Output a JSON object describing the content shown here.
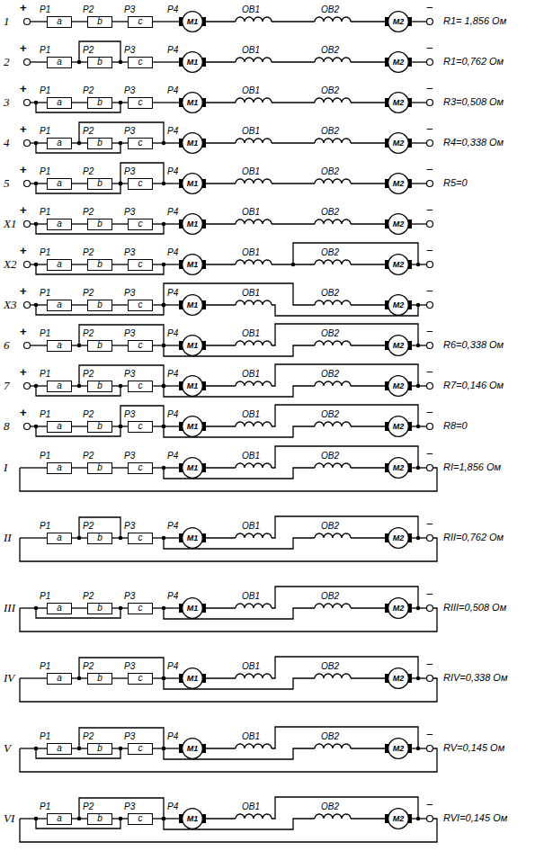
{
  "diagram": {
    "nodes": [
      {
        "text": [
          "a"
        ]
      },
      {
        "text": [
          "b"
        ]
      },
      {
        "text": [
          "c"
        ]
      },
      {
        "text": [
          "M1"
        ]
      },
      {
        "text": [
          "M2"
        ]
      },
      {
        "text": [
          "a"
        ]
      },
      {
        "text": [
          "b"
        ]
      },
      {
        "text": [
          "c"
        ]
      },
      {
        "text": [
          "M1"
        ]
      },
      {
        "text": [
          "M2"
        ]
      },
      {
        "text": [
          "a"
        ]
      },
      {
        "text": [
          "b"
        ]
      },
      {
        "text": [
          "c"
        ]
      },
      {
        "text": [
          "M1"
        ]
      },
      {
        "text": [
          "M2"
        ]
      },
      {
        "text": [
          "a"
        ]
      },
      {
        "text": [
          "b"
        ]
      },
      {
        "text": [
          "c"
        ]
      },
      {
        "text": [
          "M1"
        ]
      },
      {
        "text": [
          "M2"
        ]
      },
      {
        "text": [
          "a"
        ]
      },
      {
        "text": [
          "b"
        ]
      },
      {
        "text": [
          "c"
        ]
      },
      {
        "text": [
          "M1"
        ]
      },
      {
        "text": [
          "M2"
        ]
      },
      {
        "text": [
          "a"
        ]
      },
      {
        "text": [
          "b"
        ]
      },
      {
        "text": [
          "c"
        ]
      },
      {
        "text": [
          "M1"
        ]
      },
      {
        "text": [
          "M2"
        ]
      },
      {
        "text": [
          "a"
        ]
      },
      {
        "text": [
          "b"
        ]
      },
      {
        "text": [
          "c"
        ]
      },
      {
        "text": [
          "M1"
        ]
      },
      {
        "text": [
          "M2"
        ]
      },
      {
        "text": [
          "a"
        ]
      },
      {
        "text": [
          "b"
        ]
      },
      {
        "text": [
          "c"
        ]
      },
      {
        "text": [
          "M1"
        ]
      },
      {
        "text": [
          "M2"
        ]
      },
      {
        "text": [
          "a"
        ]
      },
      {
        "text": [
          "b"
        ]
      },
      {
        "text": [
          "c"
        ]
      },
      {
        "text": [
          "M1"
        ]
      },
      {
        "text": [
          "M2"
        ]
      },
      {
        "text": [
          "a"
        ]
      },
      {
        "text": [
          "b"
        ]
      },
      {
        "text": [
          "c"
        ]
      },
      {
        "text": [
          "M1"
        ]
      },
      {
        "text": [
          "M2"
        ]
      },
      {
        "text": [
          "a"
        ]
      },
      {
        "text": [
          "b"
        ]
      },
      {
        "text": [
          "c"
        ]
      },
      {
        "text": [
          "M1"
        ]
      },
      {
        "text": [
          "M2"
        ]
      },
      {
        "text": [
          "a"
        ]
      },
      {
        "text": [
          "b"
        ]
      },
      {
        "text": [
          "c"
        ]
      },
      {
        "text": [
          "M1"
        ]
      },
      {
        "text": [
          "M2"
        ]
      },
      {
        "text": [
          "a"
        ]
      },
      {
        "text": [
          "b"
        ]
      },
      {
        "text": [
          "c"
        ]
      },
      {
        "text": [
          "M1"
        ]
      },
      {
        "text": [
          "M2"
        ]
      },
      {
        "text": [
          "a"
        ]
      },
      {
        "text": [
          "b"
        ]
      },
      {
        "text": [
          "c"
        ]
      },
      {
        "text": [
          "M1"
        ]
      },
      {
        "text": [
          "M2"
        ]
      },
      {
        "text": [
          "a"
        ]
      },
      {
        "text": [
          "b"
        ]
      },
      {
        "text": [
          "c"
        ]
      },
      {
        "text": [
          "M1"
        ]
      },
      {
        "text": [
          "M2"
        ]
      },
      {
        "text": [
          "a"
        ]
      },
      {
        "text": [
          "b"
        ]
      },
      {
        "text": [
          "c"
        ]
      },
      {
        "text": [
          "M1"
        ]
      },
      {
        "text": [
          "M2"
        ]
      },
      {
        "text": [
          "a"
        ]
      },
      {
        "text": [
          "b"
        ]
      },
      {
        "text": [
          "c"
        ]
      },
      {
        "text": [
          "M1"
        ]
      },
      {
        "text": [
          "M2"
        ]
      }
    ],
    "edges": [
      {
        "from": 0,
        "to": 1,
        "arrow": "none"
      },
      {
        "from": 1,
        "to": 2,
        "arrow": "none"
      },
      {
        "from": 2,
        "to": 3,
        "arrow": "none"
      },
      {
        "from": 5,
        "to": 6,
        "arrow": "none"
      },
      {
        "from": 6,
        "to": 7,
        "arrow": "none"
      },
      {
        "from": 7,
        "to": 8,
        "arrow": "none"
      },
      {
        "from": 10,
        "to": 11,
        "arrow": "none"
      },
      {
        "from": 11,
        "to": 12,
        "arrow": "none"
      },
      {
        "from": 12,
        "to": 13,
        "arrow": "none"
      },
      {
        "from": 15,
        "to": 16,
        "arrow": "none"
      },
      {
        "from": 16,
        "to": 17,
        "arrow": "none"
      },
      {
        "from": 17,
        "to": 18,
        "arrow": "none"
      },
      {
        "from": 20,
        "to": 21,
        "arrow": "none"
      },
      {
        "from": 21,
        "to": 22,
        "arrow": "none"
      },
      {
        "from": 22,
        "to": 23,
        "arrow": "none"
      },
      {
        "from": 25,
        "to": 26,
        "arrow": "none"
      },
      {
        "from": 26,
        "to": 27,
        "arrow": "none"
      },
      {
        "from": 27,
        "to": 28,
        "arrow": "none"
      },
      {
        "from": 30,
        "to": 31,
        "arrow": "none"
      },
      {
        "from": 31,
        "to": 32,
        "arrow": "none"
      },
      {
        "from": 32,
        "to": 33,
        "arrow": "none"
      },
      {
        "from": 35,
        "to": 36,
        "arrow": "none"
      },
      {
        "from": 36,
        "to": 37,
        "arrow": "none"
      },
      {
        "from": 37,
        "to": 38,
        "arrow": "none"
      },
      {
        "from": 40,
        "to": 41,
        "arrow": "none"
      },
      {
        "from": 41,
        "to": 42,
        "arrow": "none"
      },
      {
        "from": 42,
        "to": 43,
        "arrow": "none"
      },
      {
        "from": 45,
        "to": 46,
        "arrow": "none"
      },
      {
        "from": 46,
        "to": 47,
        "arrow": "none"
      },
      {
        "from": 47,
        "to": 48,
        "arrow": "none"
      },
      {
        "from": 50,
        "to": 51,
        "arrow": "none"
      },
      {
        "from": 51,
        "to": 52,
        "arrow": "none"
      },
      {
        "from": 52,
        "to": 53,
        "arrow": "none"
      },
      {
        "from": 55,
        "to": 56,
        "arrow": "none"
      },
      {
        "from": 56,
        "to": 57,
        "arrow": "none"
      },
      {
        "from": 57,
        "to": 58,
        "arrow": "none"
      },
      {
        "from": 60,
        "to": 61,
        "arrow": "none"
      },
      {
        "from": 61,
        "to": 62,
        "arrow": "none"
      },
      {
        "from": 62,
        "to": 63,
        "arrow": "none"
      },
      {
        "from": 65,
        "to": 66,
        "arrow": "none"
      },
      {
        "from": 66,
        "to": 67,
        "arrow": "none"
      },
      {
        "from": 67,
        "to": 68,
        "arrow": "none"
      },
      {
        "from": 70,
        "to": 71,
        "arrow": "none"
      },
      {
        "from": 71,
        "to": 72,
        "arrow": "none"
      },
      {
        "from": 72,
        "to": 73,
        "arrow": "none"
      },
      {
        "from": 75,
        "to": 76,
        "arrow": "none"
      },
      {
        "from": 76,
        "to": 77,
        "arrow": "none"
      },
      {
        "from": 77,
        "to": 78,
        "arrow": "none"
      },
      {
        "from": 80,
        "to": 81,
        "arrow": "none"
      },
      {
        "from": 81,
        "to": 82,
        "arrow": "none"
      },
      {
        "from": 82,
        "to": 83,
        "arrow": "none"
      }
    ],
    "labels": [
      "1",
      "+",
      "P1",
      "P2",
      "P3",
      "P4",
      "ОВ1",
      "ОВ2",
      "−",
      "R1= 1,856 Ом",
      "2",
      "+",
      "P1",
      "P2",
      "P3",
      "P4",
      "ОВ1",
      "ОВ2",
      "−",
      "R1=0,762 Ом",
      "3",
      "+",
      "P1",
      "P2",
      "P3",
      "P4",
      "ОВ1",
      "ОВ2",
      "−",
      "R3=0,508 Ом",
      "4",
      "+",
      "P1",
      "P2",
      "P3",
      "P4",
      "ОВ1",
      "ОВ2",
      "−",
      "R4=0,338 Ом",
      "5",
      "+",
      "P1",
      "P2",
      "P3",
      "P4",
      "ОВ1",
      "ОВ2",
      "−",
      "R5=0",
      "X1",
      "+",
      "P1",
      "P2",
      "P3",
      "P4",
      "ОВ1",
      "ОВ2",
      "−",
      "X2",
      "+",
      "P1",
      "P2",
      "P3",
      "P4",
      "ОВ1",
      "ОВ2",
      "−",
      "X3",
      "+",
      "P1",
      "P2",
      "P3",
      "P4",
      "ОВ1",
      "ОВ2",
      "−",
      "6",
      "+",
      "P1",
      "P2",
      "P3",
      "P4",
      "ОВ1",
      "ОВ2",
      "−",
      "R6=0,338 Ом",
      "7",
      "+",
      "P1",
      "P2",
      "P3",
      "P4",
      "ОВ1",
      "ОВ2",
      "−",
      "R7=0,146 Ом",
      "8",
      "+",
      "P1",
      "P2",
      "P3",
      "P4",
      "ОВ1",
      "ОВ2",
      "−",
      "R8=0",
      "I",
      "P1",
      "P2",
      "P3",
      "P4",
      "ОВ1",
      "ОВ2",
      "−",
      "RI=1,856 Ом",
      "II",
      "P1",
      "P2",
      "P3",
      "P4",
      "ОВ1",
      "ОВ2",
      "−",
      "RII=0,762 Ом",
      "III",
      "P1",
      "P2",
      "P3",
      "P4",
      "ОВ1",
      "ОВ2",
      "−",
      "RIII=0,508 Ом",
      "IV",
      "P1",
      "P2",
      "P3",
      "P4",
      "ОВ1",
      "ОВ2",
      "−",
      "RIV=0,338 Ом",
      "V",
      "P1",
      "P2",
      "P3",
      "P4",
      "ОВ1",
      "ОВ2",
      "−",
      "RV=0,145 Ом",
      "VI",
      "P1",
      "P2",
      "P3",
      "P4",
      "ОВ1",
      "ОВ2",
      "−",
      "RVI=0,145 Ом"
    ]
  }
}
